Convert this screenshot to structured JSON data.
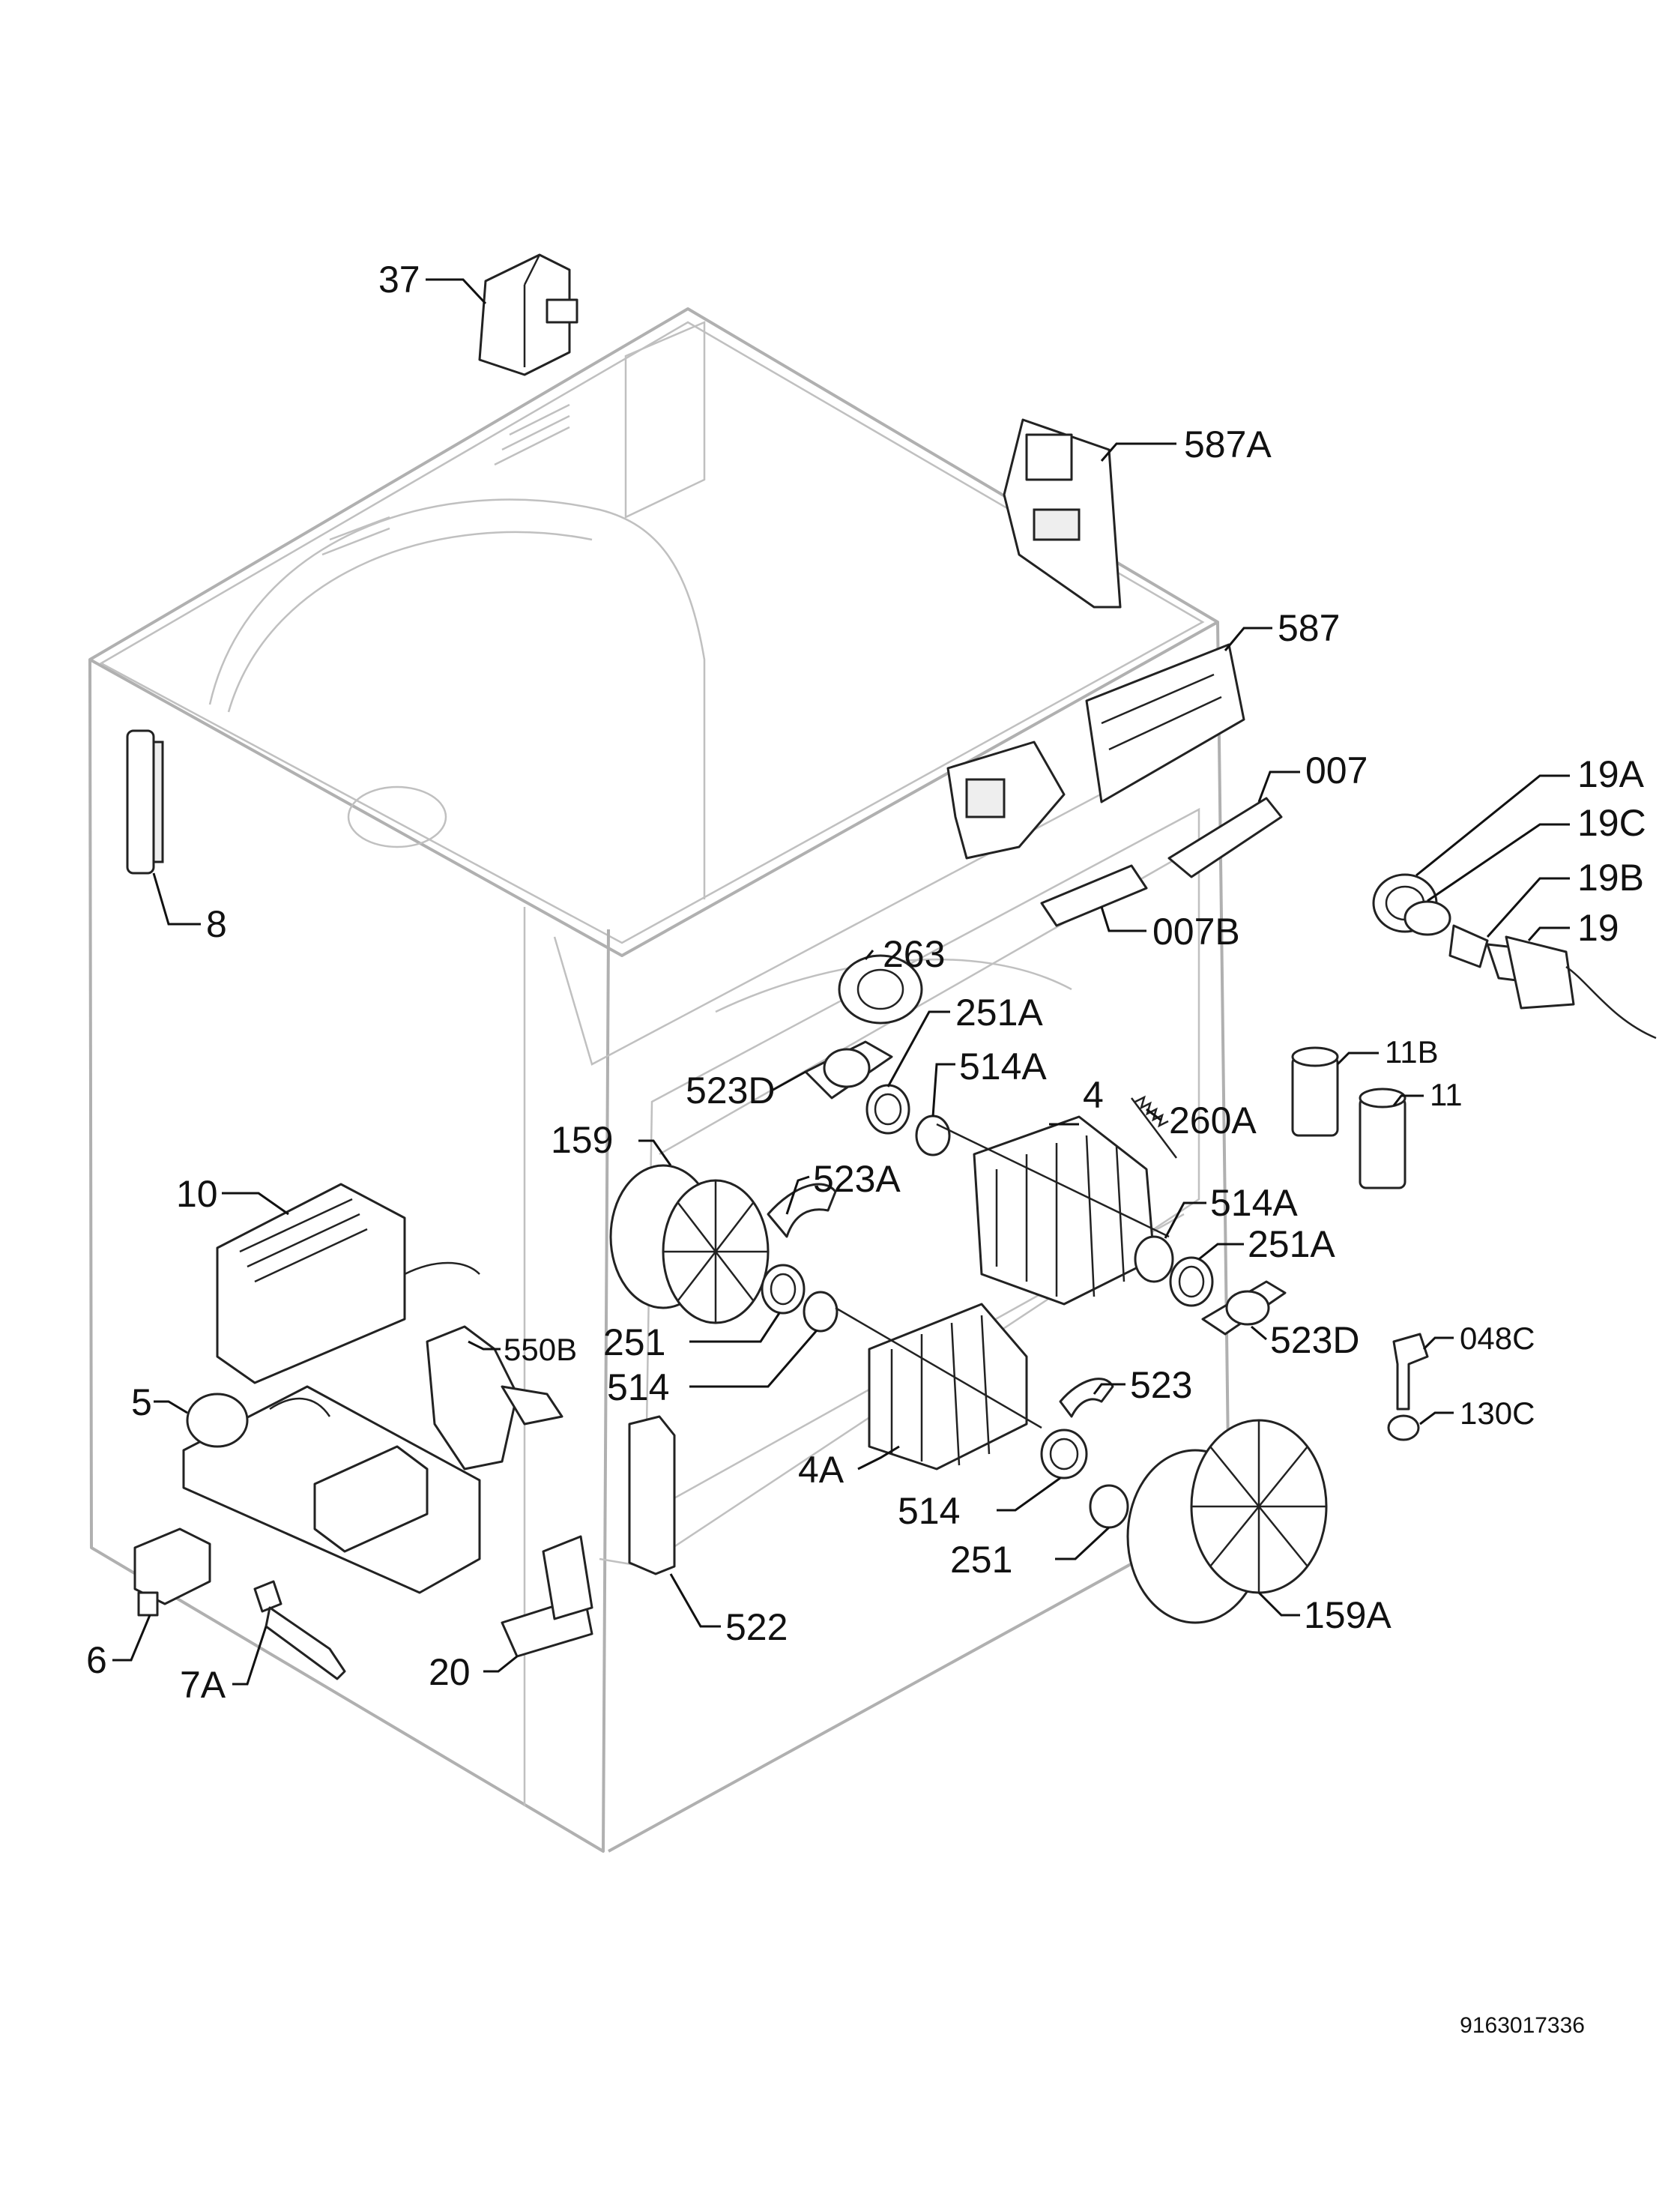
{
  "document_number": "9163017336",
  "callouts": {
    "c37": "37",
    "c587A": "587A",
    "c587": "587",
    "c007": "007",
    "c007B": "007B",
    "c19A": "19A",
    "c19C": "19C",
    "c19B": "19B",
    "c19": "19",
    "c8": "8",
    "c263": "263",
    "c251A_top": "251A",
    "c523D_top": "523D",
    "c514A_top": "514A",
    "c4": "4",
    "c260A": "260A",
    "c11B": "11B",
    "c11": "11",
    "c159": "159",
    "c523A": "523A",
    "c10": "10",
    "c514A_right": "514A",
    "c251A_right": "251A",
    "c523D_right": "523D",
    "c048C": "048C",
    "c251_left": "251",
    "c550B": "550B",
    "c514_left": "514",
    "c523": "523",
    "c130C": "130C",
    "c5": "5",
    "c4A": "4A",
    "c514_bottom": "514",
    "c251_bottom": "251",
    "c6": "6",
    "c7A": "7A",
    "c20": "20",
    "c522": "522",
    "c159A": "159A"
  }
}
